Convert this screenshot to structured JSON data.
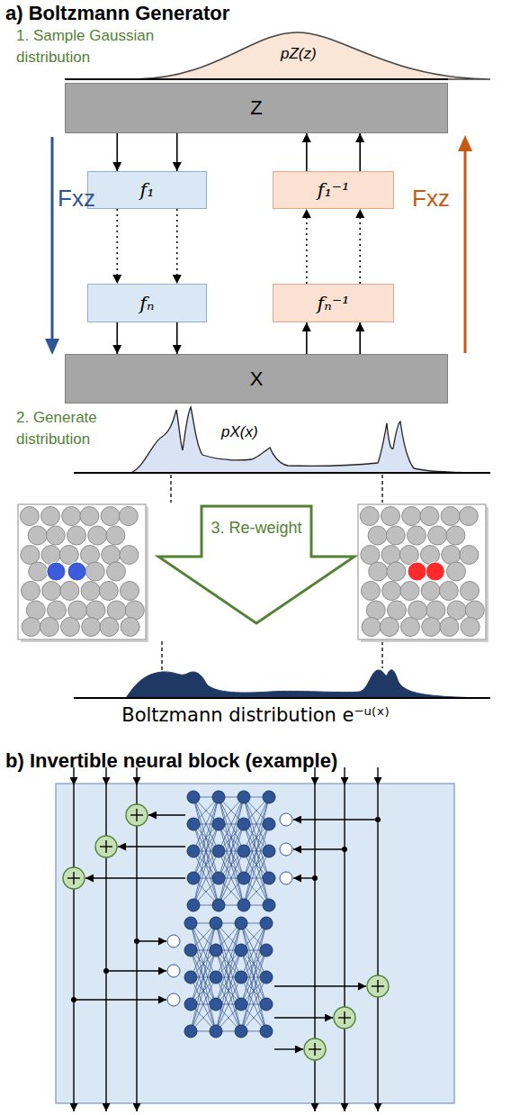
{
  "diagram": {
    "nodes": [
      {
        "text": [
          "Z"
        ]
      },
      {
        "text": [
          "f₁"
        ]
      },
      {
        "text": [
          "fₙ"
        ]
      },
      {
        "text": [
          "f₁⁻¹"
        ]
      },
      {
        "text": [
          "fₙ⁻¹"
        ]
      },
      {
        "text": [
          "X"
        ]
      },
      {
        "text": [
          "3. Re-weight"
        ]
      }
    ],
    "edges": [
      {
        "from": 0,
        "to": 1,
        "arrow": "to"
      },
      {
        "from": 0,
        "to": 1,
        "arrow": "to"
      },
      {
        "from": 1,
        "to": 2,
        "arrow": "to"
      },
      {
        "from": 1,
        "to": 2,
        "arrow": "to"
      },
      {
        "from": 2,
        "to": 5,
        "arrow": "to"
      },
      {
        "from": 2,
        "to": 5,
        "arrow": "to"
      },
      {
        "from": 5,
        "to": 4,
        "arrow": "to"
      },
      {
        "from": 5,
        "to": 4,
        "arrow": "to"
      },
      {
        "from": 4,
        "to": 3,
        "arrow": "to"
      },
      {
        "from": 4,
        "to": 3,
        "arrow": "to"
      },
      {
        "from": 3,
        "to": 0,
        "arrow": "to"
      },
      {
        "from": 3,
        "to": 0,
        "arrow": "to"
      }
    ],
    "labels": [
      "a) Boltzmann Generator",
      "1. Sample Gaussian distribution",
      "pZ(z)",
      "Fxz",
      "Fxz",
      "2. Generate distribution",
      "pX(x)",
      "Boltzmann distribution e⁻ᵘ⁽ˣ⁾",
      "b) Invertible neural block (example)"
    ]
  }
}
